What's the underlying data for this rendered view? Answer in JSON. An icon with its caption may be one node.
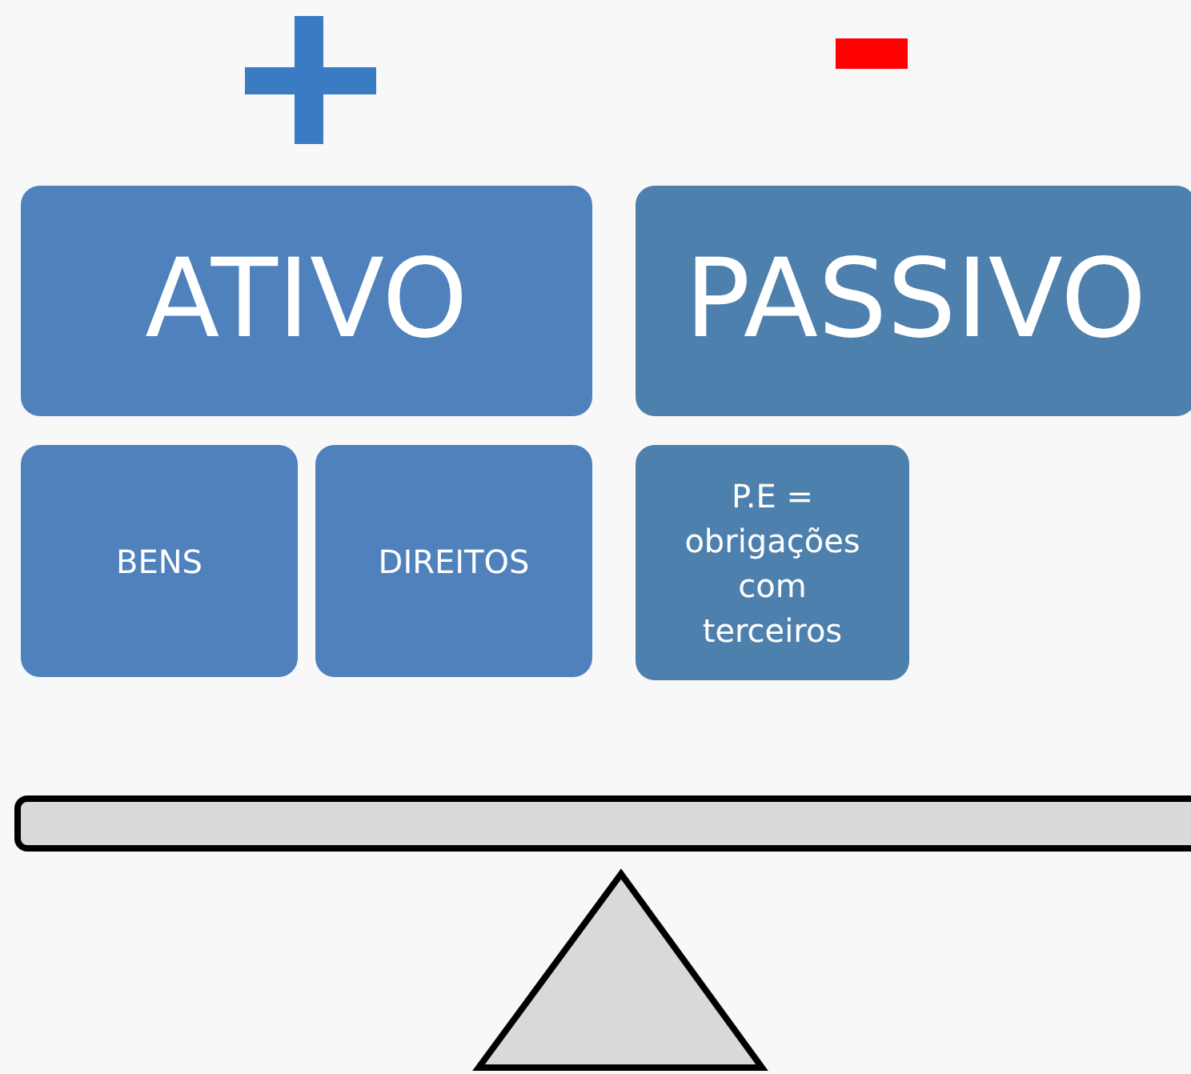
{
  "diagram": {
    "nodes": [
      {
        "text": [
          "ATIVO"
        ]
      },
      {
        "text": [
          "PASSIVO"
        ]
      },
      {
        "text": [
          "BENS"
        ]
      },
      {
        "text": [
          "DIREITOS"
        ]
      },
      {
        "text": [
          "P.E = obrigações com terceiros"
        ]
      }
    ]
  }
}
